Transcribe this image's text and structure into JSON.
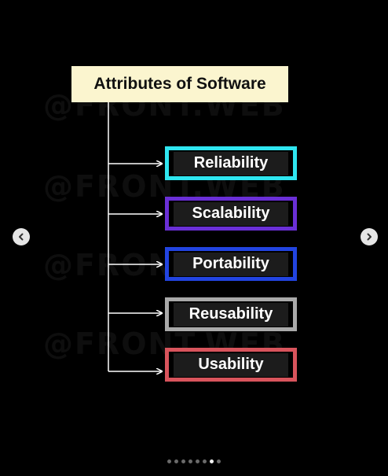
{
  "title": "Attributes of Software",
  "watermark": "@FRONT.WEB",
  "attributes": [
    {
      "label": "Reliability",
      "color": "#2fe6f0"
    },
    {
      "label": "Scalability",
      "color": "#6a2fd6"
    },
    {
      "label": "Portability",
      "color": "#2244e0"
    },
    {
      "label": "Reusability",
      "color": "#a9a9a9"
    },
    {
      "label": "Usability",
      "color": "#d8545c"
    }
  ],
  "carousel": {
    "prev_icon": "chevron-left-icon",
    "next_icon": "chevron-right-icon",
    "slide_count": 8,
    "active_slide": 7
  }
}
